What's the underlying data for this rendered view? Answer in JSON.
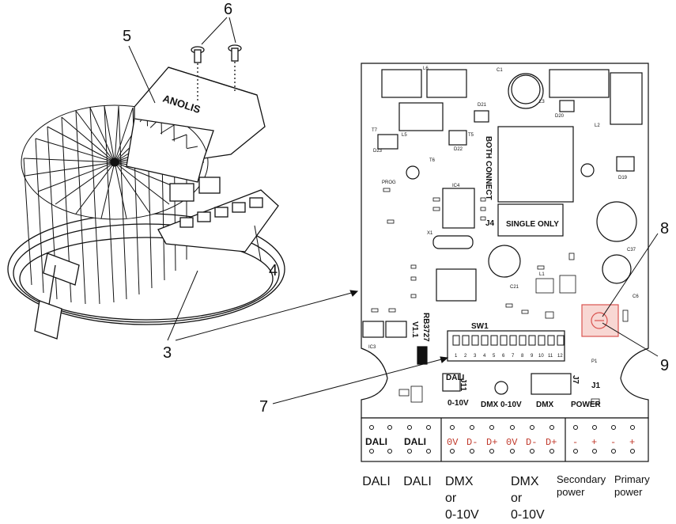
{
  "callouts": [
    "3",
    "4",
    "5",
    "6",
    "7",
    "8",
    "9"
  ],
  "pcb": {
    "board_rev": "RB3727",
    "version": "V1.1",
    "switch_label": "SW1",
    "both_connect": "BOTH CONNECT",
    "single_only": "SINGLE ONLY",
    "j4": "J4",
    "j11": "J11",
    "j7": "J7",
    "j1": "J1",
    "dali": "DALI",
    "zero_ten": "0-10V",
    "dmx_zero_ten": "DMX 0-10V",
    "dmx": "DMX",
    "power": "POWER",
    "dip_numbers": [
      "1",
      "2",
      "3",
      "4",
      "5",
      "6",
      "7",
      "8",
      "9",
      "10",
      "11",
      "12"
    ],
    "terminal_labels": [
      "DALI",
      "DALI",
      "0V",
      "D-",
      "D+",
      "0V",
      "D-",
      "D+",
      "-",
      "+",
      "-",
      "+"
    ],
    "components": [
      "C1",
      "C37",
      "C6",
      "C21",
      "X1",
      "IC4",
      "IC3",
      "L1",
      "L2",
      "L3",
      "L5",
      "L6",
      "T5",
      "T6",
      "T7",
      "D19",
      "D20",
      "D21",
      "D22",
      "D23",
      "PROG",
      "P1"
    ]
  },
  "brand": "ANOLIS",
  "connector_labels": [
    {
      "lines": [
        "DALI"
      ]
    },
    {
      "lines": [
        "DALI"
      ]
    },
    {
      "lines": [
        "DMX",
        "or",
        "0-10V"
      ]
    },
    {
      "lines": [
        "DMX",
        "or",
        "0-10V"
      ]
    },
    {
      "lines": [
        "Secondary",
        "power"
      ]
    },
    {
      "lines": [
        "Primary",
        "power"
      ]
    }
  ],
  "colors": {
    "line": "#111111",
    "accent_red": "#d9534f",
    "highlight_fill": "#f8d7d3"
  }
}
